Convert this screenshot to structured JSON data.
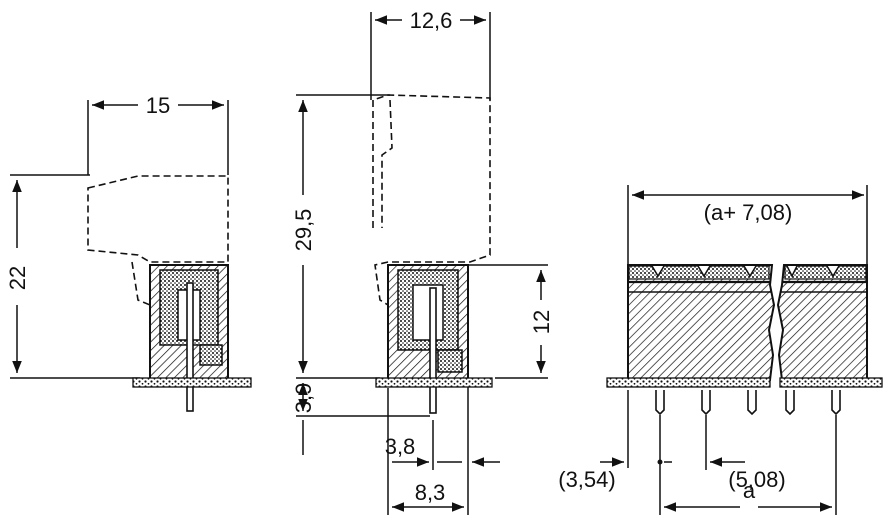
{
  "drawing": {
    "side_view": {
      "width_label": "15",
      "height_label": "22"
    },
    "front_view": {
      "width_label": "12,6",
      "total_height_label": "29,5",
      "body_height_label": "12",
      "pin_length_label": "3,9",
      "pin_offset_label": "3,8",
      "depth_label": "8,3"
    },
    "row_view": {
      "overall_width_label": "(a+ 7,08)",
      "edge_offset_label": "(3,54)",
      "pitch_label": "(5,08)",
      "span_label": "a"
    },
    "colors": {
      "line": "#111111",
      "background": "#ffffff"
    }
  }
}
